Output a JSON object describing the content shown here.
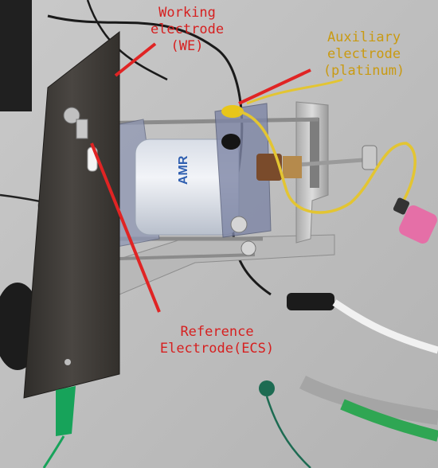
{
  "annotations": {
    "working_electrode": "Working\nelectrode\n(WE)",
    "auxiliary_electrode": "Auxiliary\nelectrode\n(platinum)",
    "reference_electrode": "Reference\nElectrode(ECS)"
  },
  "colors": {
    "label_red": "#d62020",
    "label_yellow": "#c99a12",
    "background": "#bfbfbf"
  }
}
